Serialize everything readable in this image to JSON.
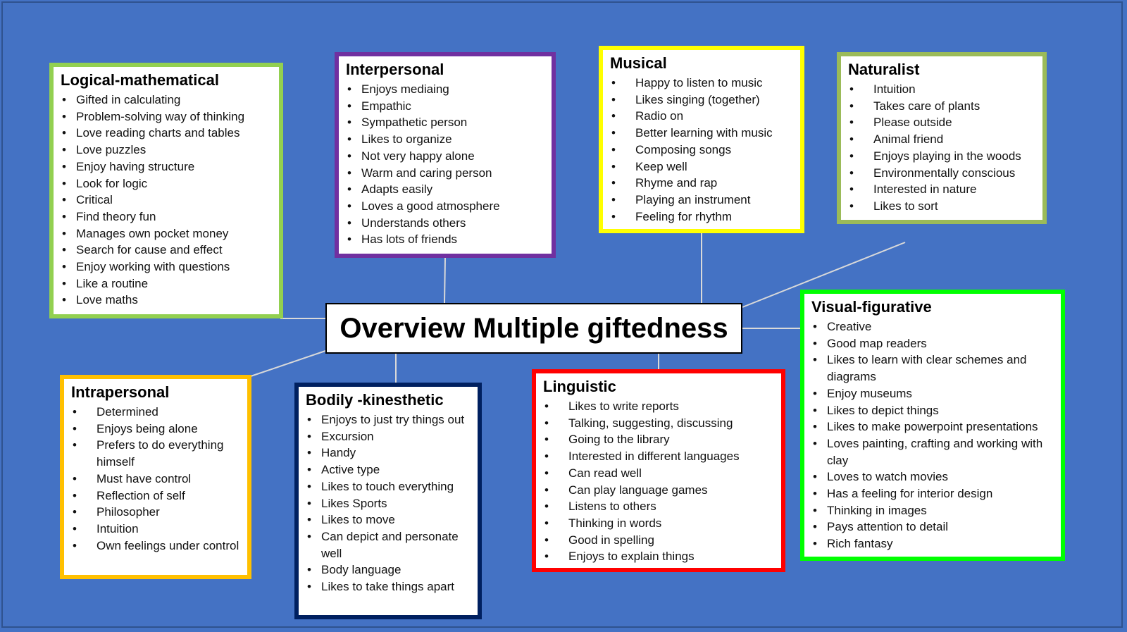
{
  "colors": {
    "background": "#4472c4",
    "logical": "#92d050",
    "interpersonal": "#7030a0",
    "musical": "#ffff00",
    "naturalist": "#9bbb59",
    "intrapersonal": "#ffc000",
    "bodily": "#002060",
    "linguistic": "#ff0000",
    "visual": "#00ff00",
    "connector": "#d9d9d9"
  },
  "center_title": "Overview Multiple giftedness",
  "logical": {
    "title": "Logical-mathematical",
    "items": [
      "Gifted in calculating",
      "Problem-solving way of thinking",
      "Love reading charts and tables",
      "Love puzzles",
      "Enjoy having structure",
      "Look for logic",
      "Critical",
      "Find theory fun",
      "Manages own pocket money",
      "Search for cause and effect",
      "Enjoy working with questions",
      "Like a routine",
      "Love maths"
    ]
  },
  "interpersonal": {
    "title": "Interpersonal",
    "items": [
      "Enjoys mediaing",
      "Empathic",
      "Sympathetic person",
      "Likes to organize",
      "Not very happy alone",
      "Warm and caring person",
      "Adapts easily",
      "Loves a good atmosphere",
      "Understands others",
      "Has lots of friends"
    ]
  },
  "musical": {
    "title": "Musical",
    "items": [
      "Happy to listen to music",
      "Likes singing (together)",
      "Radio on",
      "Better learning with music",
      "Composing songs",
      "Keep well",
      "Rhyme and rap",
      "Playing an instrument",
      "Feeling for rhythm"
    ]
  },
  "naturalist": {
    "title": "Naturalist",
    "items": [
      "Intuition",
      "Takes care of plants",
      "Please outside",
      "Animal friend",
      "Enjoys playing in the woods",
      "Environmentally conscious",
      "Interested in nature",
      "Likes to sort"
    ]
  },
  "intrapersonal": {
    "title": "Intrapersonal",
    "items": [
      "Determined",
      "Enjoys being alone",
      "Prefers to do everything himself",
      "Must have control",
      "Reflection of self",
      "Philosopher",
      "Intuition",
      "Own feelings under control"
    ]
  },
  "bodily": {
    "title": "Bodily -kinesthetic",
    "items": [
      "Enjoys to just try things out",
      "Excursion",
      "Handy",
      "Active type",
      "Likes to touch everything",
      "Likes Sports",
      "Likes to move",
      "Can depict and personate well",
      "Body language",
      "Likes to take things apart"
    ]
  },
  "linguistic": {
    "title": "Linguistic",
    "items": [
      "Likes to write reports",
      "Talking, suggesting, discussing",
      "Going to the library",
      "Interested in different languages",
      "Can read well",
      "Can play language games",
      "Listens to others",
      "Thinking in words",
      "Good in spelling",
      "Enjoys to explain things"
    ]
  },
  "visual": {
    "title": "Visual-figurative",
    "items": [
      "Creative",
      "Good map readers",
      "Likes to learn with clear schemes and diagrams",
      "Enjoy museums",
      "Likes to depict things",
      "Likes to make powerpoint presentations",
      "Loves painting, crafting and working with clay",
      "Loves to watch movies",
      "Has a feeling for interior design",
      "Thinking in images",
      "Pays attention to detail",
      "Rich fantasy"
    ]
  }
}
